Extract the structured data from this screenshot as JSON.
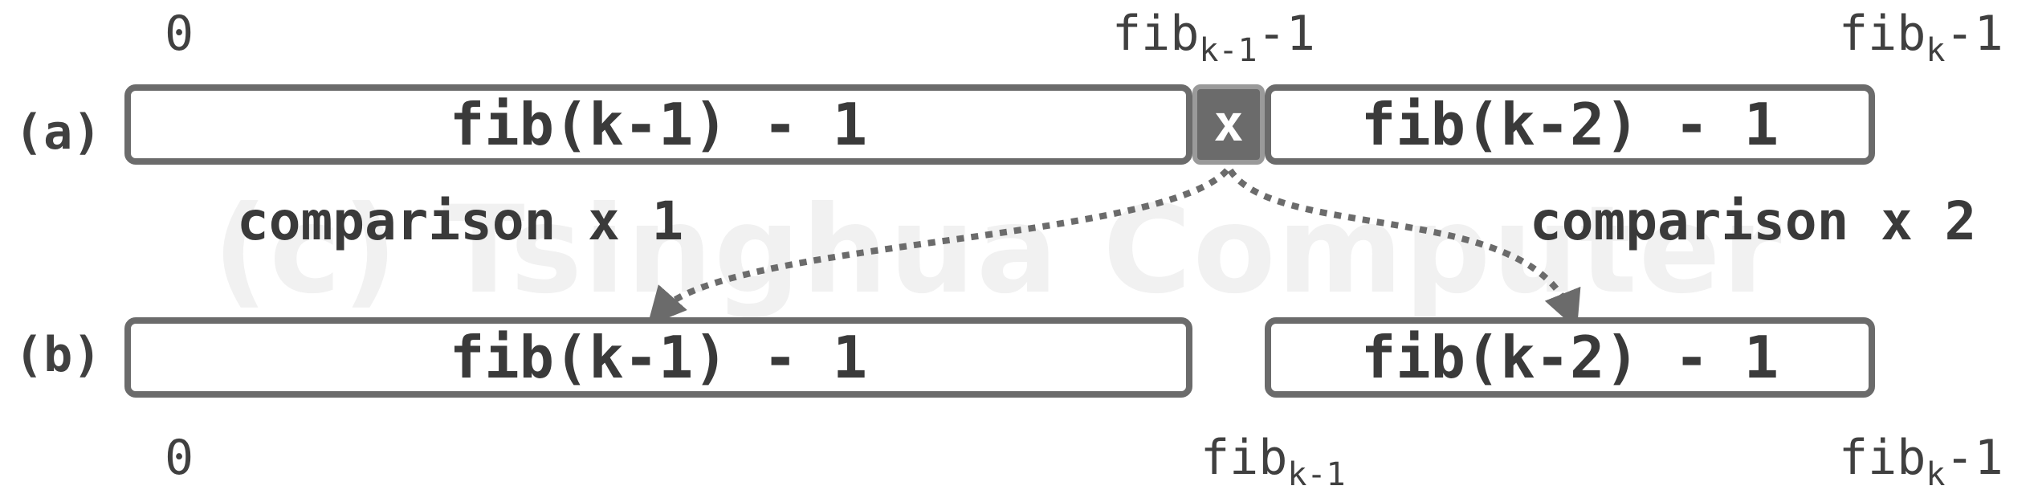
{
  "watermark": "(c) Tsinghua Computer",
  "row_a": {
    "label": "(a)",
    "left_bar": "fib(k-1) - 1",
    "pivot": "x",
    "right_bar": "fib(k-2) - 1"
  },
  "row_b": {
    "label": "(b)",
    "left_bar": "fib(k-1) - 1",
    "right_bar": "fib(k-2) - 1"
  },
  "top_ticks": {
    "start": "0",
    "mid_base": "fib",
    "mid_sub": "k-1",
    "mid_suffix": "-1",
    "end_base": "fib",
    "end_sub": "k",
    "end_suffix": "-1"
  },
  "bottom_ticks": {
    "start": "0",
    "mid_base": "fib",
    "mid_sub": "k-1",
    "end_base": "fib",
    "end_sub": "k",
    "end_suffix": "-1"
  },
  "comparisons": {
    "left": "comparison x 1",
    "right": "comparison x 2"
  },
  "colors": {
    "bar_border": "#6b6b6b",
    "pivot_fill": "#6b6b6b",
    "text": "#3a3a3a",
    "arrow": "#6b6b6b",
    "watermark": "#f1f1f1"
  }
}
